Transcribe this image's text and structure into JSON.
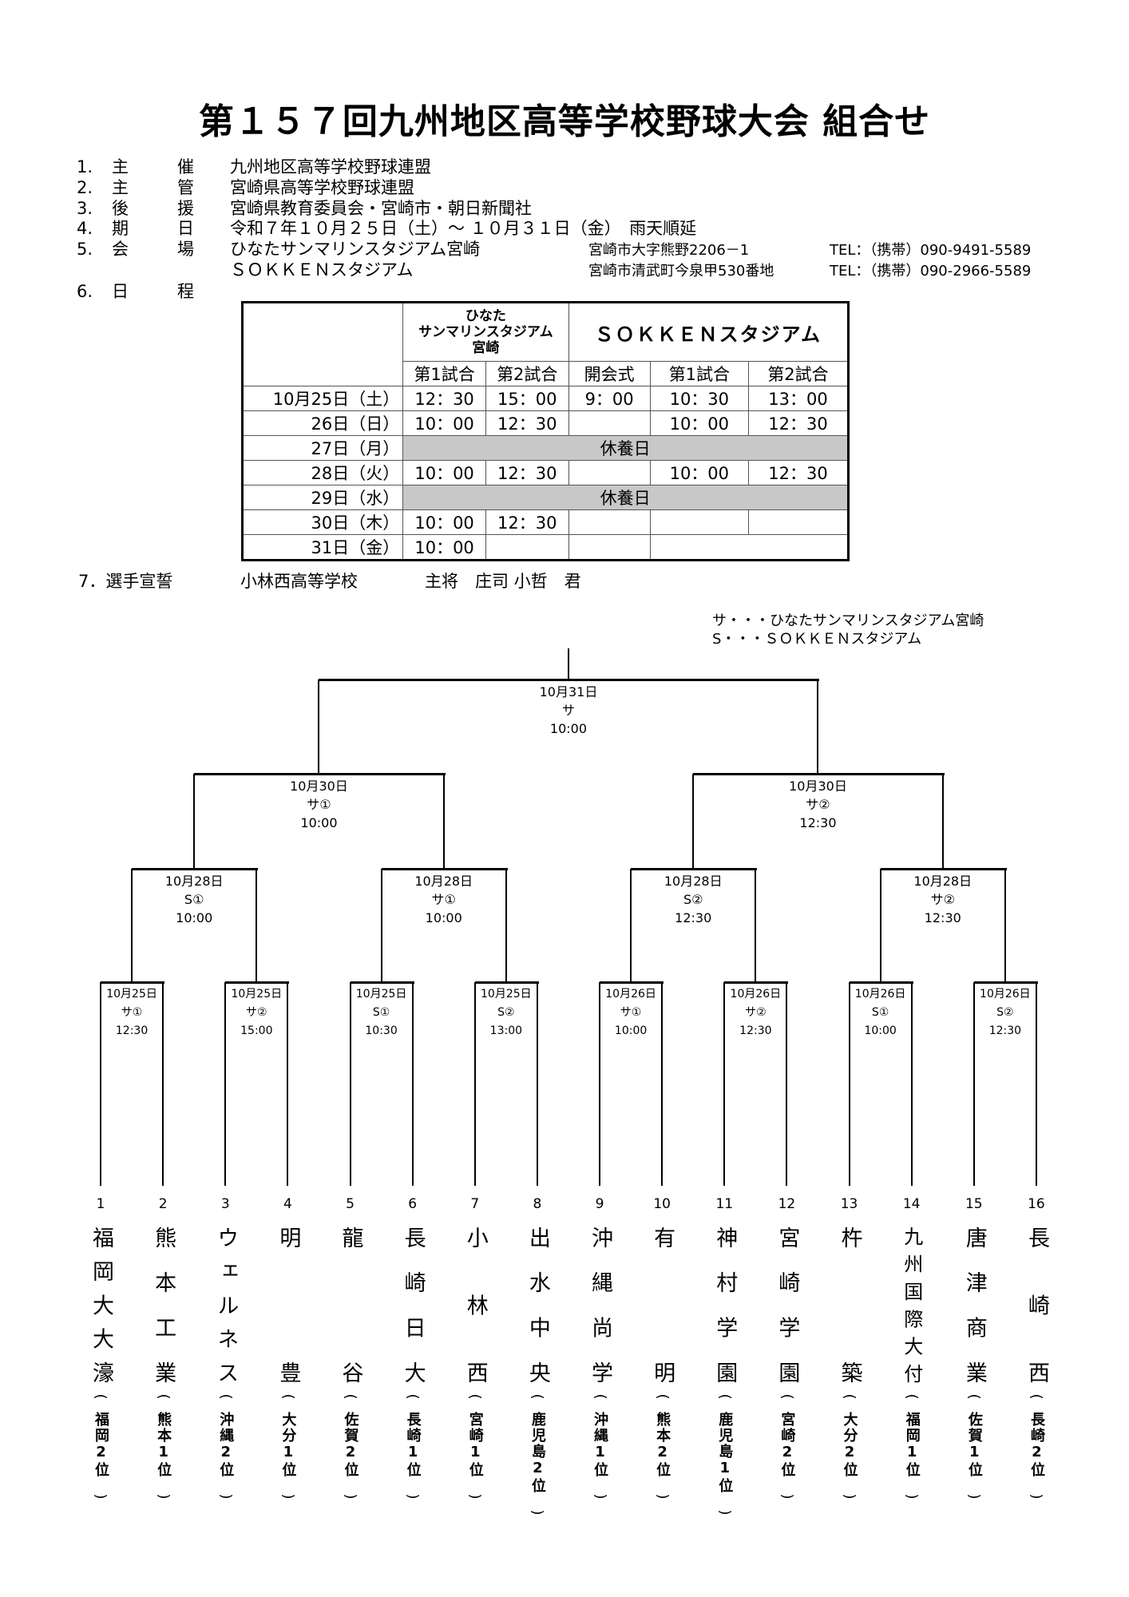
{
  "title": "第１５７回九州地区高等学校野球大会 組合せ",
  "info": [
    {
      "no": "1.",
      "label": [
        "主",
        "催"
      ],
      "value": "九州地区高等学校野球連盟"
    },
    {
      "no": "2.",
      "label": [
        "主",
        "管"
      ],
      "value": "宮崎県高等学校野球連盟"
    },
    {
      "no": "3.",
      "label": [
        "後",
        "援"
      ],
      "value": "宮崎県教育委員会・宮崎市・朝日新聞社"
    },
    {
      "no": "4.",
      "label": [
        "期",
        "日"
      ],
      "value": "令和７年１０月２５日（土）～ １０月３１日（金）　雨天順延"
    },
    {
      "no": "5.",
      "label": [
        "会",
        "場"
      ],
      "value": "ひなたサンマリンスタジアム宮崎",
      "address": "宮崎市大字熊野2206－1",
      "tel": "TEL：（携帯）090-9491-5589"
    },
    {
      "no": "",
      "label": [
        "",
        ""
      ],
      "value": "ＳＯＫＫＥＮスタジアム",
      "address": "宮崎市清武町今泉甲530番地",
      "tel": "TEL：（携帯）090-2966-5589"
    },
    {
      "no": "6.",
      "label": [
        "日",
        "程"
      ],
      "value": ""
    }
  ],
  "schedule": {
    "venue1": [
      "ひなた",
      "サンマリンスタジアム",
      "宮崎"
    ],
    "venue2": "ＳＯＫＫＥＮスタジアム",
    "subheaders": [
      "第1試合",
      "第2試合",
      "開会式",
      "第1試合",
      "第2試合"
    ],
    "rows": [
      {
        "date": "10月25日（土）",
        "cells": [
          "12：30",
          "15：00",
          "9：00",
          "10：30",
          "13：00"
        ]
      },
      {
        "date": "26日（日）",
        "cells": [
          "10：00",
          "12：30",
          "",
          "10：00",
          "12：30"
        ]
      },
      {
        "date": "27日（月）",
        "rest": "休養日"
      },
      {
        "date": "28日（火）",
        "cells": [
          "10：00",
          "12：30",
          "",
          "10：00",
          "12：30"
        ]
      },
      {
        "date": "29日（水）",
        "rest": "休養日"
      },
      {
        "date": "30日（木）",
        "cells": [
          "10：00",
          "12：30",
          "",
          "",
          ""
        ]
      },
      {
        "date": "31日（金）",
        "cells": [
          "10：00",
          "",
          "",
          "",
          ""
        ],
        "merged_last": true
      }
    ]
  },
  "oath": {
    "label": "7．選手宣誓",
    "school": "小林西高等学校",
    "player": "主将　庄司 小哲　君"
  },
  "legend": [
    "サ・・・ひなたサンマリンスタジアム宮崎",
    "S・・・ＳＯＫＫＥＮスタジアム"
  ],
  "bracket": {
    "final": {
      "date": "10月31日",
      "venue": "サ",
      "time": "10:00"
    },
    "semis": [
      {
        "date": "10月30日",
        "venue": "サ①",
        "time": "10:00"
      },
      {
        "date": "10月30日",
        "venue": "サ②",
        "time": "12:30"
      }
    ],
    "quarters": [
      {
        "date": "10月28日",
        "venue": "S①",
        "time": "10:00"
      },
      {
        "date": "10月28日",
        "venue": "サ①",
        "time": "10:00"
      },
      {
        "date": "10月28日",
        "venue": "S②",
        "time": "12:30"
      },
      {
        "date": "10月28日",
        "venue": "サ②",
        "time": "12:30"
      }
    ],
    "first_round": [
      {
        "date": "10月25日",
        "venue": "サ①",
        "time": "12:30"
      },
      {
        "date": "10月25日",
        "venue": "サ②",
        "time": "15:00"
      },
      {
        "date": "10月25日",
        "venue": "S①",
        "time": "10:30"
      },
      {
        "date": "10月25日",
        "venue": "S②",
        "time": "13:00"
      },
      {
        "date": "10月26日",
        "venue": "サ①",
        "time": "10:00"
      },
      {
        "date": "10月26日",
        "venue": "サ②",
        "time": "12:30"
      },
      {
        "date": "10月26日",
        "venue": "S①",
        "time": "10:00"
      },
      {
        "date": "10月26日",
        "venue": "S②",
        "time": "12:30"
      }
    ]
  },
  "teams": [
    {
      "no": "1",
      "name": "福岡大大濠",
      "pref": "福岡2位"
    },
    {
      "no": "2",
      "name": "熊本工業",
      "pref": "熊本1位"
    },
    {
      "no": "3",
      "name": "ウェルネス",
      "pref": "沖縄2位"
    },
    {
      "no": "4",
      "name": "明豊",
      "pref": "大分1位"
    },
    {
      "no": "5",
      "name": "龍谷",
      "pref": "佐賀2位"
    },
    {
      "no": "6",
      "name": "長崎日大",
      "pref": "長崎1位"
    },
    {
      "no": "7",
      "name": "小林西",
      "pref": "宮崎1位"
    },
    {
      "no": "8",
      "name": "出水中央",
      "pref": "鹿児島2位"
    },
    {
      "no": "9",
      "name": "沖縄尚学",
      "pref": "沖縄1位"
    },
    {
      "no": "10",
      "name": "有明",
      "pref": "熊本2位"
    },
    {
      "no": "11",
      "name": "神村学園",
      "pref": "鹿児島1位"
    },
    {
      "no": "12",
      "name": "宮崎学園",
      "pref": "宮崎2位"
    },
    {
      "no": "13",
      "name": "杵築",
      "pref": "大分2位"
    },
    {
      "no": "14",
      "name": "九州国際大付",
      "pref": "福岡1位"
    },
    {
      "no": "15",
      "name": "唐津商業",
      "pref": "佐賀1位"
    },
    {
      "no": "16",
      "name": "長崎西",
      "pref": "長崎2位"
    }
  ]
}
